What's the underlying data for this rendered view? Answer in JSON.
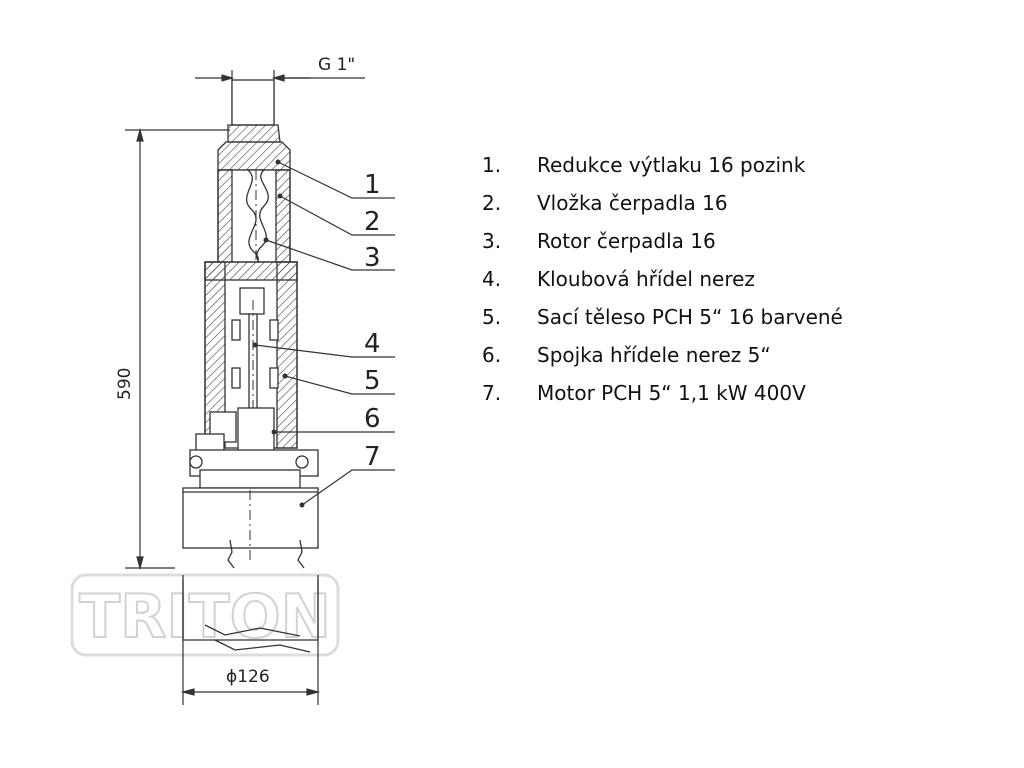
{
  "dimensions": {
    "thread": "G 1\"",
    "height": "590",
    "diameter": "ϕ126"
  },
  "callouts": [
    "1",
    "2",
    "3",
    "4",
    "5",
    "6",
    "7"
  ],
  "legend": [
    {
      "num": "1.",
      "text": "Redukce výtlaku 16 pozink"
    },
    {
      "num": "2.",
      "text": "Vložka čerpadla 16"
    },
    {
      "num": "3.",
      "text": "Rotor čerpadla 16"
    },
    {
      "num": "4.",
      "text": "Kloubová hřídel nerez"
    },
    {
      "num": "5.",
      "text": "Sací těleso PCH 5“ 16 barvené"
    },
    {
      "num": "6.",
      "text": "Spojka hřídele nerez 5“"
    },
    {
      "num": "7.",
      "text": "Motor PCH 5“ 1,1 kW 400V"
    }
  ],
  "watermark": "TRITON"
}
